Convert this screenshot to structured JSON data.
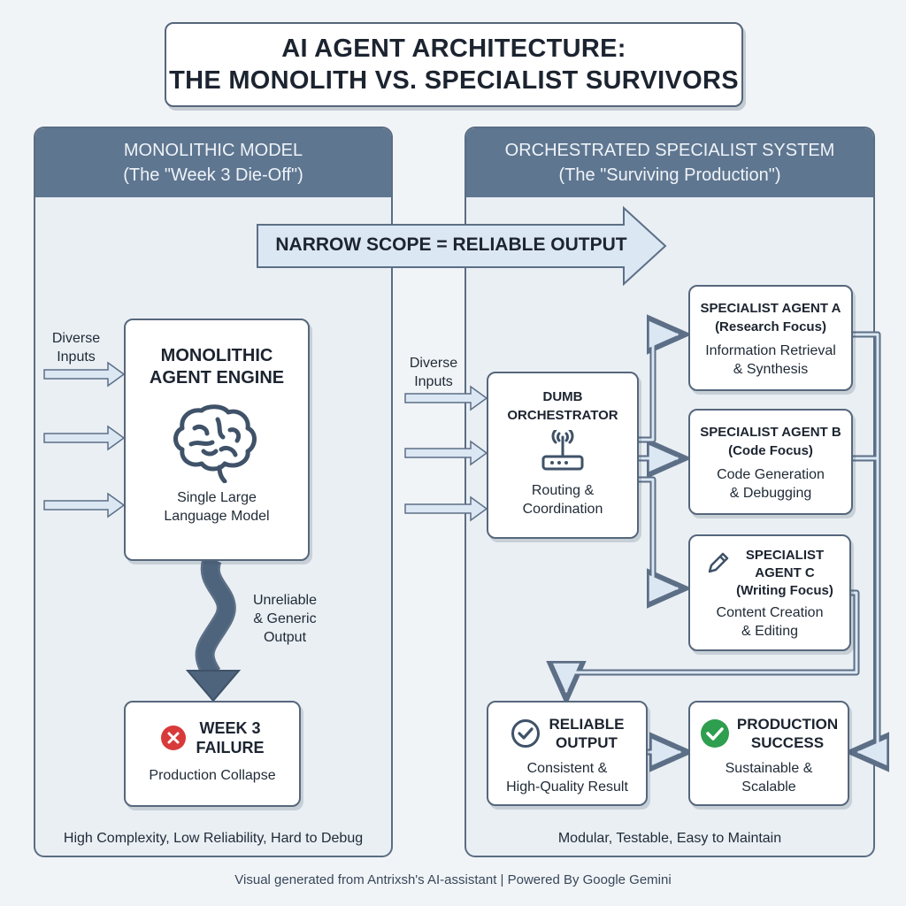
{
  "title": {
    "line1": "AI AGENT ARCHITECTURE:",
    "line2": "THE MONOLITH VS. SPECIALIST SURVIVORS"
  },
  "left_panel": {
    "title": "MONOLITHIC MODEL",
    "subtitle": "(The \"Week 3 Die-Off\")",
    "inputs_label_1": "Diverse",
    "inputs_label_2": "Inputs",
    "engine": {
      "title_1": "MONOLITHIC",
      "title_2": "AGENT ENGINE",
      "icon": "brain-icon",
      "desc_1": "Single Large",
      "desc_2": "Language Model"
    },
    "flow_label_1": "Unreliable",
    "flow_label_2": "& Generic",
    "flow_label_3": "Output",
    "failure": {
      "icon": "x-circle-icon",
      "title_1": "WEEK 3",
      "title_2": "FAILURE",
      "desc": "Production Collapse"
    },
    "footer": "High Complexity, Low Reliability, Hard to Debug"
  },
  "right_panel": {
    "title": "ORCHESTRATED SPECIALIST SYSTEM",
    "subtitle": "(The \"Surviving Production\")",
    "banner": "NARROW SCOPE = RELIABLE OUTPUT",
    "inputs_label_1": "Diverse",
    "inputs_label_2": "Inputs",
    "orchestrator": {
      "title_1": "DUMB",
      "title_2": "ORCHESTRATOR",
      "icon": "router-icon",
      "desc_1": "Routing &",
      "desc_2": "Coordination"
    },
    "agent_a": {
      "title_1": "SPECIALIST AGENT A",
      "title_2": "(Research Focus)",
      "desc_1": "Information Retrieval",
      "desc_2": "& Synthesis"
    },
    "agent_b": {
      "title_1": "SPECIALIST AGENT B",
      "title_2": "(Code Focus)",
      "desc_1": "Code Generation",
      "desc_2": "& Debugging"
    },
    "agent_c": {
      "icon": "pencil-icon",
      "title_1": "SPECIALIST",
      "title_2": "AGENT C",
      "title_3": "(Writing Focus)",
      "desc_1": "Content Creation",
      "desc_2": "& Editing"
    },
    "reliable": {
      "icon": "check-circle-icon",
      "title_1": "RELIABLE",
      "title_2": "OUTPUT",
      "desc_1": "Consistent &",
      "desc_2": "High-Quality Result"
    },
    "success": {
      "icon": "green-check-icon",
      "title_1": "PRODUCTION",
      "title_2": "SUCCESS",
      "desc_1": "Sustainable &",
      "desc_2": "Scalable"
    },
    "footer": "Modular, Testable, Easy to Maintain"
  },
  "footer": "Visual generated from Antrixsh's AI-assistant | Powered By Google Gemini",
  "colors": {
    "panel_header": "#5f7690",
    "arrow_fill": "#dbe7f3",
    "arrow_stroke": "#5c6f86",
    "fail_red": "#d83a3a",
    "success_green": "#2e9e4f"
  }
}
